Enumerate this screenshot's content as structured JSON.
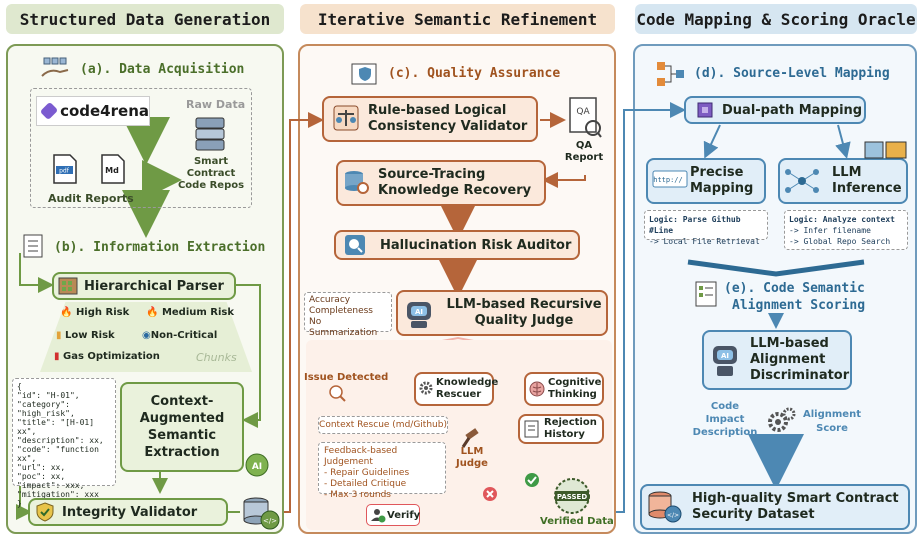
{
  "headers": {
    "col1": "Structured Data Generation",
    "col2": "Iterative Semantic Refinement",
    "col3": "Code Mapping & Scoring Oracle"
  },
  "col1": {
    "acquisition_title": "(a). Data Acquisition",
    "raw_data": "Raw Data",
    "brand": "code4rena",
    "audit_reports": "Audit Reports",
    "pdf_tag": "pdf",
    "md_tag": "Md",
    "repos": [
      "Smart",
      "Contract",
      "Code Repos"
    ],
    "extraction_title": "(b). Information Extraction",
    "parser": "Hierarchical Parser",
    "risks": [
      "High Risk",
      "Medium Risk",
      "Low Risk",
      "Non-Critical",
      "Gas Optimization"
    ],
    "chunks": "Chunks",
    "json_lines": [
      "{",
      "\"id\": \"H-01\",",
      "\"category\": \"high_risk\",",
      "\"title\": \"[H-01] xx\",",
      "\"description\": xx,",
      "\"code\": \"function xx\",",
      "\"url\": xx,",
      "\"poc\": xx,",
      "\"impact\": xxx,",
      "\"mitigation\": xxx",
      "}"
    ],
    "context_extraction": [
      "Context-",
      "Augmented",
      "Semantic",
      "Extraction"
    ],
    "integrity": "Integrity Validator"
  },
  "col2": {
    "qa_title": "(c). Quality Assurance",
    "rule_validator": [
      "Rule-based Logical",
      "Consistency Validator"
    ],
    "qa_report": [
      "QA",
      "Report"
    ],
    "source_tracing": [
      "Source-Tracing",
      "Knowledge Recovery"
    ],
    "hallucination": "Hallucination Risk Auditor",
    "criteria": [
      "Accuracy",
      "Completeness",
      "No Summarization"
    ],
    "judge": [
      "LLM-based Recursive",
      "Quality Judge"
    ],
    "issue": "Issue Detected",
    "knowledge_rescuer": [
      "Knowledge",
      "Rescuer"
    ],
    "cognitive": [
      "Cognitive",
      "Thinking"
    ],
    "context_rescue": "Context Rescue (md/Github)",
    "rejection": [
      "Rejection",
      "History"
    ],
    "feedback_title": "Feedback-based Judgement",
    "feedback_items": [
      "- Repair Guidelines",
      "- Detailed Critique",
      "- Max 3 rounds"
    ],
    "llm_judge": [
      "LLM",
      "Judge"
    ],
    "verify": "Verify",
    "passed": "PASSED",
    "verified": "Verified Data"
  },
  "col3": {
    "mapping_title": "(d). Source-Level Mapping",
    "dual": "Dual-path Mapping",
    "precise": [
      "Precise",
      "Mapping"
    ],
    "http": "http://",
    "llm_inference": [
      "LLM",
      "Inference"
    ],
    "logic_left": [
      "Logic: Parse Github #Line",
      "-> Local File Retrieval"
    ],
    "logic_right": [
      "Logic: Analyze context",
      "-> Infer filename",
      "-> Global Repo Search"
    ],
    "scoring_title": [
      "(e). Code Semantic",
      "Alignment Scoring"
    ],
    "discriminator": [
      "LLM-based",
      "Alignment",
      "Discriminator"
    ],
    "inputs": [
      "Code",
      "Impact",
      "Description"
    ],
    "score": [
      "Alignment",
      "Score"
    ],
    "dataset": [
      "High-quality Smart Contract",
      "Security Dataset"
    ]
  },
  "colors": {
    "green": "#6f9a45",
    "brown": "#b5653a",
    "blue": "#4d88b3",
    "red_flow": "#e0575b"
  },
  "icons": [
    "hand-network-icon",
    "document-icon",
    "database-icon",
    "checklist-icon",
    "shield-check-icon",
    "robot-icon",
    "magnifier-icon",
    "gear-icon",
    "brain-icon",
    "gavel-icon",
    "check-icon",
    "cross-icon",
    "globe-icon",
    "neural-net-icon",
    "chip-icon",
    "arrow-down-icon"
  ]
}
